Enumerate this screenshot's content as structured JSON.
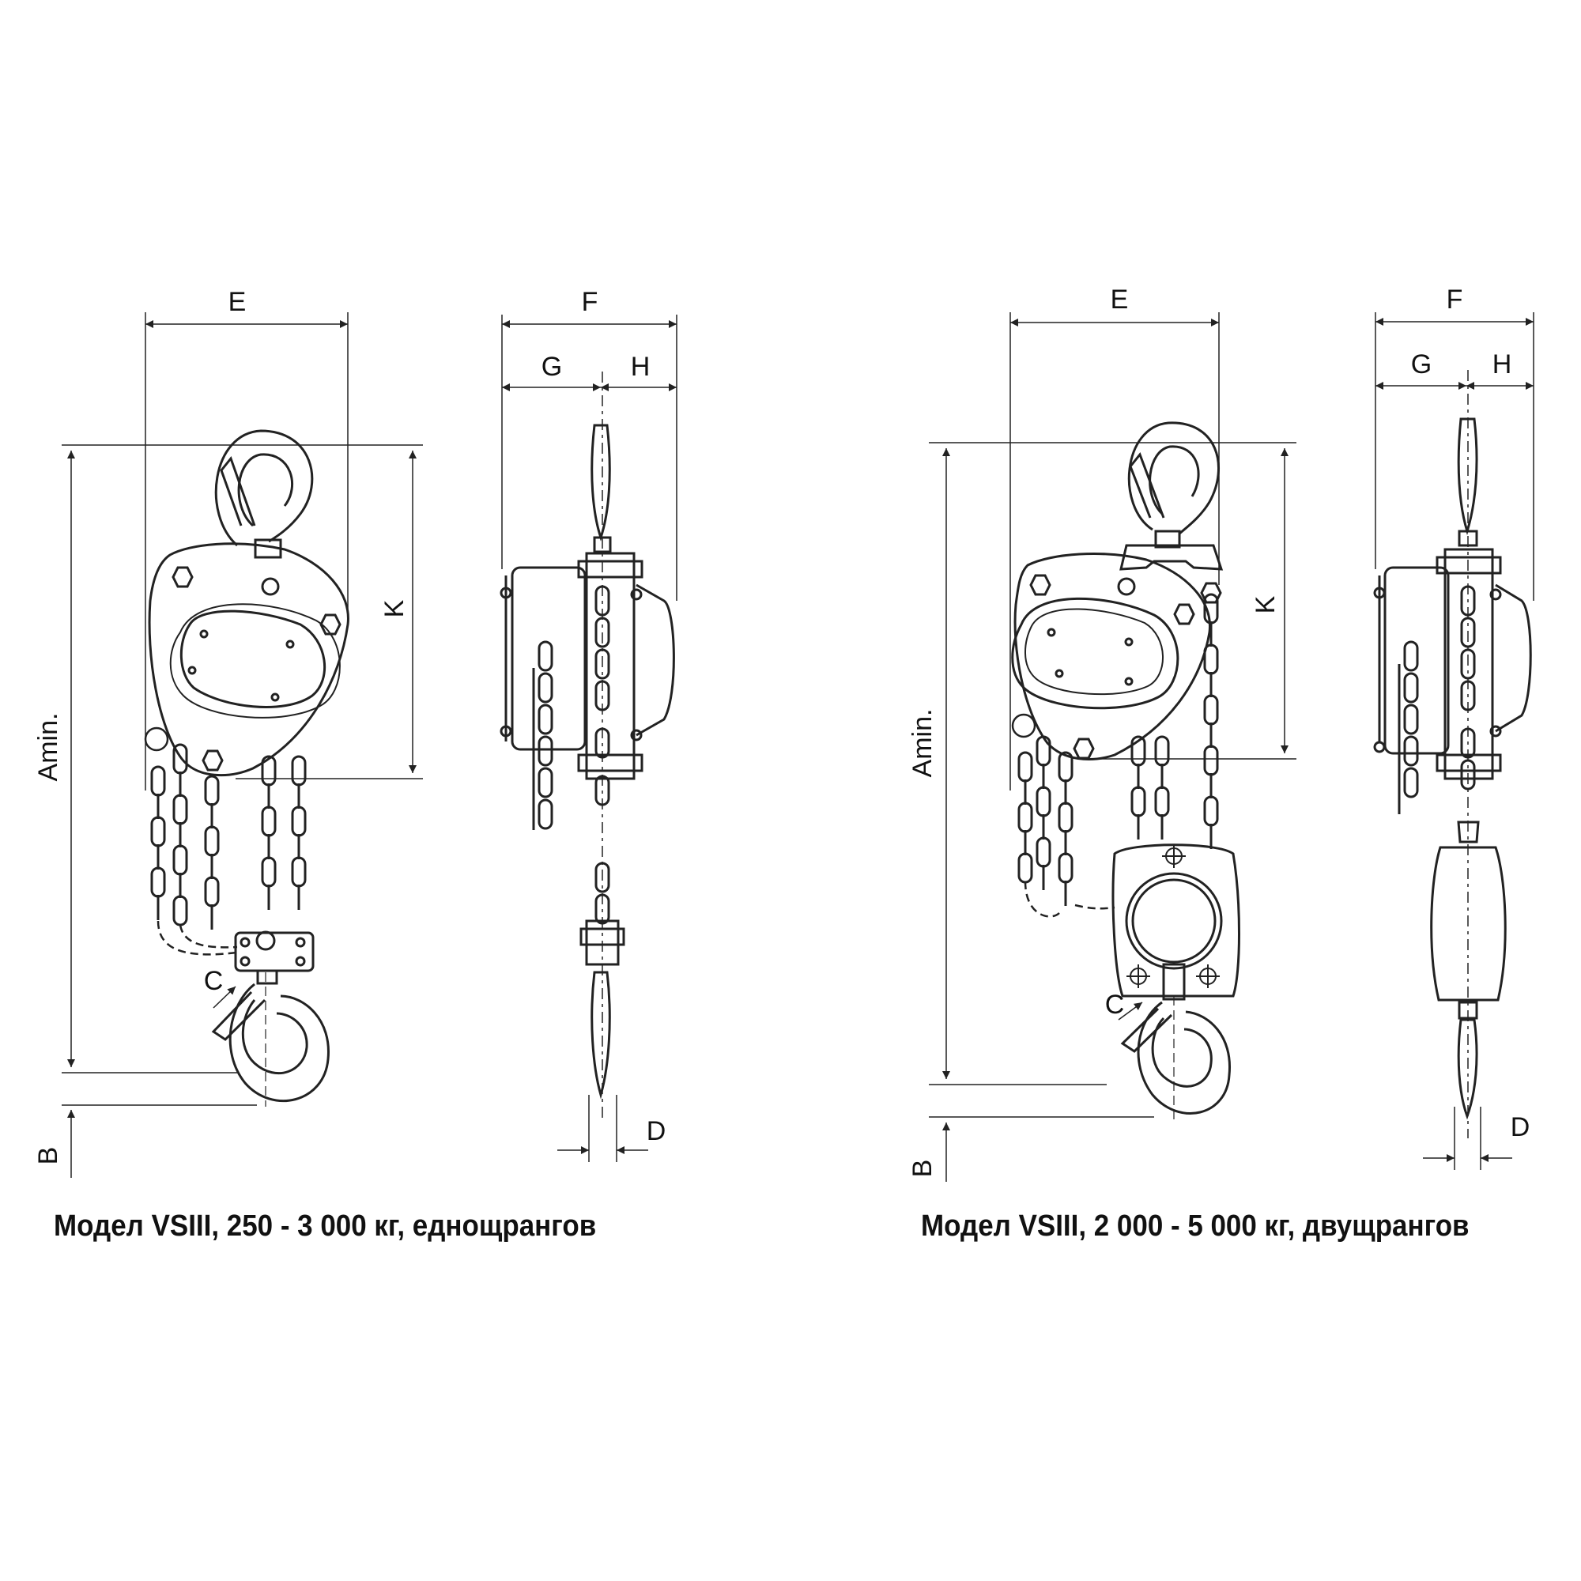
{
  "diagram": {
    "models": [
      {
        "caption": "Модел VSIII, 250 - 3 000 кг, еднощрангов",
        "labels": {
          "E": "E",
          "F": "F",
          "G": "G",
          "H": "H",
          "K": "K",
          "A": "Amin.",
          "B": "B",
          "C": "C",
          "D": "D"
        }
      },
      {
        "caption": "Модел VSIII, 2 000 - 5 000 кг, двущрангов",
        "labels": {
          "E": "E",
          "F": "F",
          "G": "G",
          "H": "H",
          "K": "K",
          "A": "Amin.",
          "B": "B",
          "C": "C",
          "D": "D"
        }
      }
    ],
    "colors": {
      "line": "#222222",
      "background": "#ffffff"
    }
  }
}
